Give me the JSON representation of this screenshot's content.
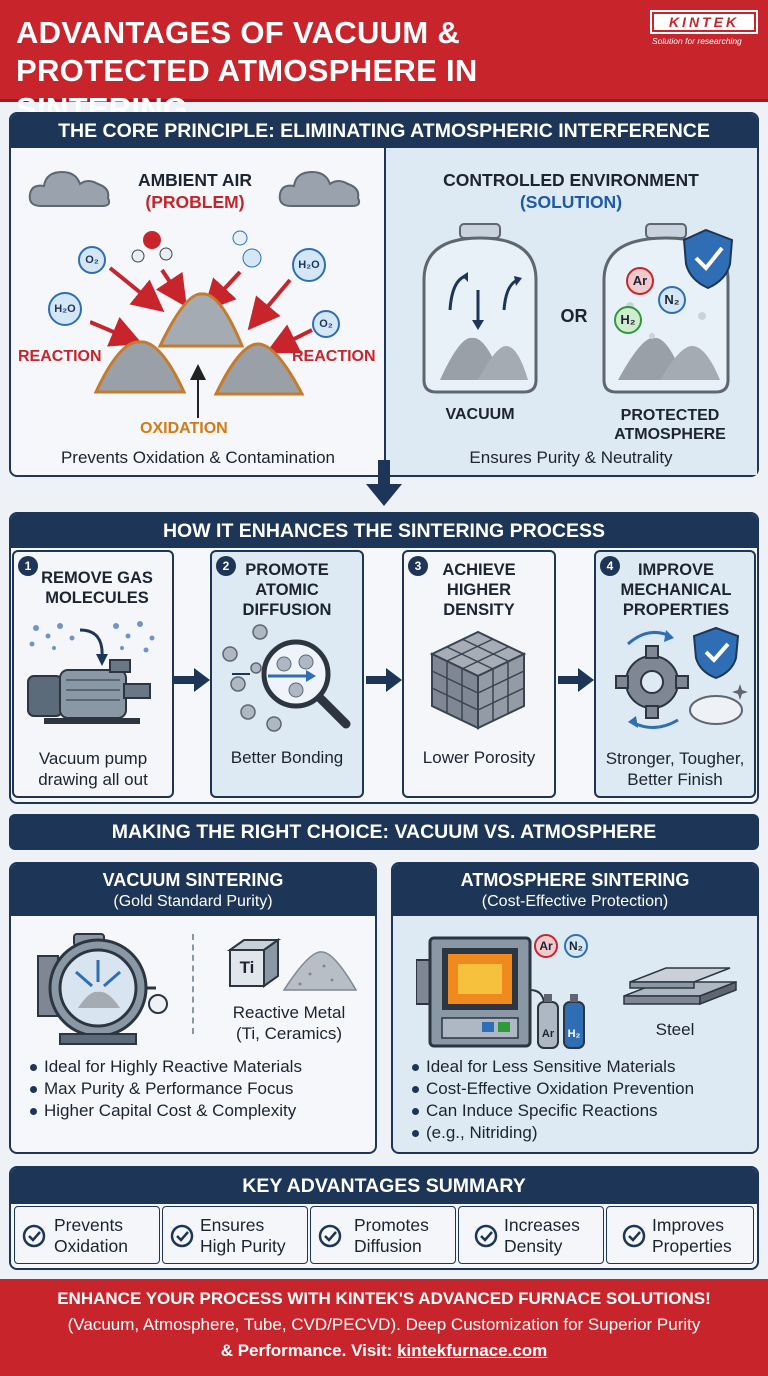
{
  "header": {
    "title_line1": "ADVANTAGES OF VACUUM &",
    "title_line2": "PROTECTED ATMOSPHERE IN SINTERING",
    "logo": "KINTEK",
    "tagline": "Solution for researching"
  },
  "core": {
    "heading": "THE CORE PRINCIPLE: ELIMINATING ATMOSPHERIC INTERFERENCE",
    "left": {
      "title": "AMBIENT AIR",
      "subtitle": "(PROBLEM)",
      "reaction_left": "REACTION",
      "reaction_right": "REACTION",
      "oxidation": "OXIDATION",
      "molecules": [
        "O₂",
        "H₂O",
        "H₂O",
        "O₂"
      ],
      "caption": "Prevents Oxidation & Contamination"
    },
    "right": {
      "title": "CONTROLLED ENVIRONMENT",
      "subtitle": "(SOLUTION)",
      "or": "OR",
      "vacuum_label": "VACUUM",
      "atmosphere_label_1": "PROTECTED",
      "atmosphere_label_2": "ATMOSPHERE",
      "gases": [
        "Ar",
        "N₂",
        "H₂"
      ],
      "caption": "Ensures Purity & Neutrality"
    }
  },
  "process": {
    "heading": "HOW IT ENHANCES THE SINTERING PROCESS",
    "steps": [
      {
        "num": "1",
        "title_1": "REMOVE GAS",
        "title_2": "MOLECULES",
        "title_3": "",
        "caption_1": "Vacuum pump",
        "caption_2": "drawing all out"
      },
      {
        "num": "2",
        "title_1": "PROMOTE",
        "title_2": "ATOMIC",
        "title_3": "DIFFUSION",
        "caption_1": "Better Bonding",
        "caption_2": ""
      },
      {
        "num": "3",
        "title_1": "ACHIEVE",
        "title_2": "HIGHER",
        "title_3": "DENSITY",
        "caption_1": "Lower Porosity",
        "caption_2": ""
      },
      {
        "num": "4",
        "title_1": "IMPROVE",
        "title_2": "MECHANICAL",
        "title_3": "PROPERTIES",
        "caption_1": "Stronger, Tougher,",
        "caption_2": "Better Finish"
      }
    ]
  },
  "choice": {
    "heading": "MAKING THE RIGHT CHOICE: VACUUM VS. ATMOSPHERE",
    "vacuum": {
      "title": "VACUUM SINTERING",
      "subtitle": "(Gold Standard Purity)",
      "cube_label": "Ti",
      "material_1": "Reactive Metal",
      "material_2": "(Ti, Ceramics)",
      "bullets": [
        "Ideal for Highly Reactive Materials",
        "Max Purity & Performance Focus",
        "Higher Capital Cost & Complexity"
      ]
    },
    "atmosphere": {
      "title": "ATMOSPHERE SINTERING",
      "subtitle": "(Cost-Effective Protection)",
      "gas_1": "Ar",
      "gas_2": "N₂",
      "cyl_1": "Ar",
      "cyl_2": "H₂",
      "material": "Steel",
      "bullets": [
        "Ideal for Less Sensitive Materials",
        "Cost-Effective Oxidation Prevention",
        "Can Induce Specific Reactions",
        "(e.g., Nitriding)"
      ]
    }
  },
  "summary": {
    "heading": "KEY ADVANTAGES SUMMARY",
    "items": [
      {
        "l1": "Prevents",
        "l2": "Oxidation"
      },
      {
        "l1": "Ensures",
        "l2": "High Purity"
      },
      {
        "l1": "Promotes",
        "l2": "Diffusion"
      },
      {
        "l1": "Increases",
        "l2": "Density"
      },
      {
        "l1": "Improves",
        "l2": "Properties"
      }
    ]
  },
  "footer": {
    "line1": "ENHANCE YOUR PROCESS WITH KINTEK'S ADVANCED FURNACE SOLUTIONS!",
    "line2": "(Vacuum, Atmosphere, Tube, CVD/PECVD). Deep Customization for Superior Purity",
    "line3_prefix": "& Performance. Visit: ",
    "link": "kintekfurnace.com"
  },
  "colors": {
    "red": "#c8242b",
    "navy": "#1d3557",
    "light_blue": "#dde9f3"
  }
}
